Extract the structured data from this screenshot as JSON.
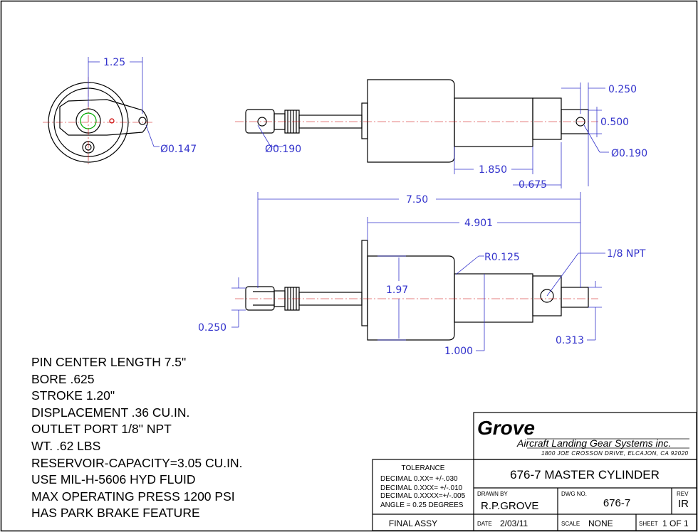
{
  "dimensions": {
    "d_top_125": "1.25",
    "d_hole_0147": "Ø0.147",
    "d_clevis_0190_left": "Ø0.190",
    "d_0250_top": "0.250",
    "d_0500": "0.500",
    "d_0190_right": "Ø0.190",
    "d_1850": "1.850",
    "d_0675": "0.675",
    "d_750": "7.50",
    "d_4901": "4.901",
    "d_r0125": "R0.125",
    "d_npt": "1/8 NPT",
    "d_197": "1.97",
    "d_0250_bottom": "0.250",
    "d_1000": "1.000",
    "d_0313": "0.313"
  },
  "notes": [
    "PIN CENTER LENGTH 7.5\"",
    "BORE .625",
    "STROKE 1.20\"",
    "DISPLACEMENT .36 CU.IN.",
    "OUTLET PORT 1/8\" NPT",
    "WT. .62 LBS",
    "RESERVOIR-CAPACITY=3.05 CU.IN.",
    "USE MIL-H-5606 HYD FLUID",
    "MAX OPERATING PRESS 1200 PSI",
    "HAS PARK BRAKE FEATURE"
  ],
  "title_block": {
    "company_logo": "Grove",
    "company_name": "Aircraft Landing Gear Systems inc.",
    "company_address": "1800 JOE CROSSON DRIVE, ELCAJON, CA 92020",
    "title": "676-7 MASTER CYLINDER",
    "tolerance_heading": "TOLERANCE",
    "tolerance_lines": [
      "DECIMAL 0.XX=  +/-.030",
      "DECIMAL 0.XXX= +/-.010",
      "DECIMAL 0.XXXX=+/-.005",
      "ANGLE = 0.25 DEGREES"
    ],
    "drawn_by_label": "DRAWN BY",
    "drawn_by": "R.P.GROVE",
    "dwg_no_label": "DWG NO.",
    "dwg_no": "676-7",
    "rev_label": "REV",
    "rev": "IR",
    "final_assy": "FINAL ASSY",
    "date_label": "DATE",
    "date": "2/03/11",
    "scale_label": "SCALE",
    "scale": "NONE",
    "sheet_label": "SHEET",
    "sheet": "1 OF 1"
  }
}
